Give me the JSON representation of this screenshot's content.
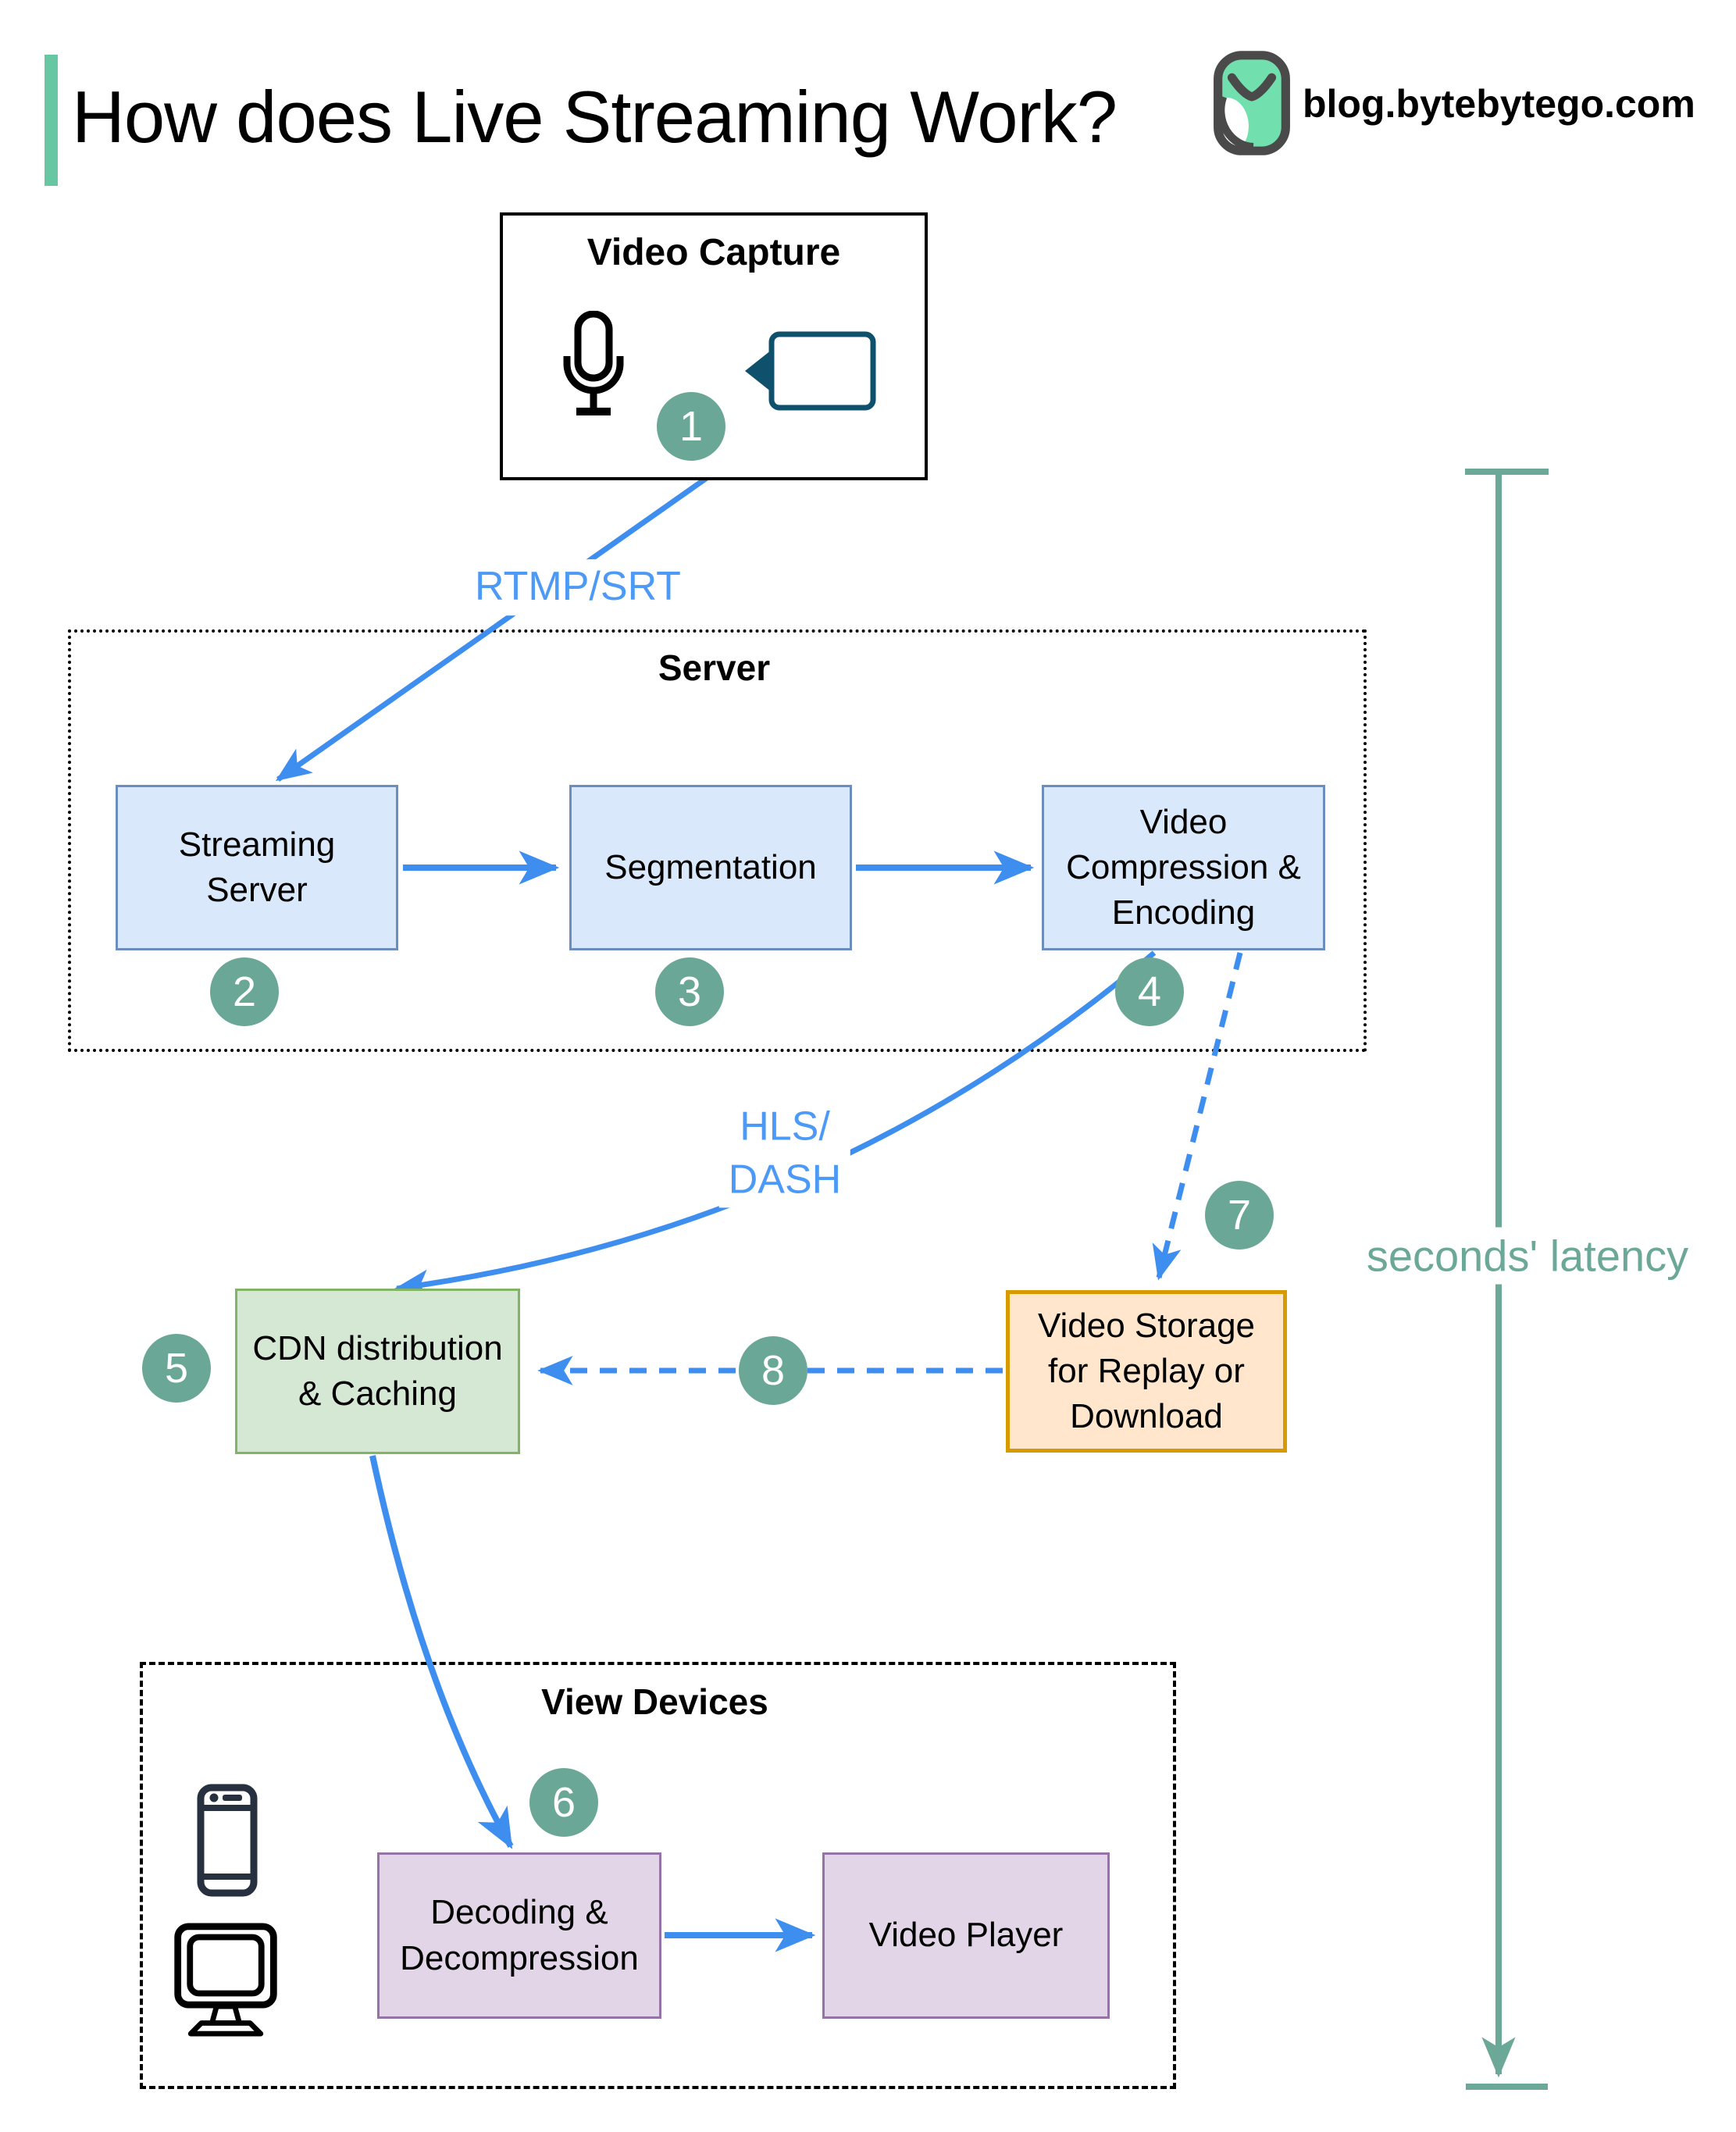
{
  "header": {
    "title": "How does Live Streaming Work?",
    "brand": "blog.bytebytego.com"
  },
  "groups": {
    "server": "Server",
    "view_devices": "View Devices"
  },
  "nodes": {
    "video_capture": "Video Capture",
    "streaming_server": "Streaming\nServer",
    "segmentation": "Segmentation",
    "video_compression": "Video\nCompression &\nEncoding",
    "cdn": "CDN distribution\n& Caching",
    "video_storage": "Video Storage\nfor Replay or\nDownload",
    "decoding": "Decoding &\nDecompression",
    "video_player": "Video Player"
  },
  "edge_labels": {
    "rtmp": "RTMP/SRT",
    "hls": "HLS/\nDASH",
    "latency": "seconds' latency"
  },
  "steps": [
    "1",
    "2",
    "3",
    "4",
    "5",
    "6",
    "7",
    "8"
  ],
  "colors": {
    "arrow_blue": "#3E8EF0",
    "label_blue": "#4C9AF5",
    "teal": "#6CA897",
    "accent_bar": "#67C7A3",
    "box_blue_fill": "#DAE8FC",
    "box_blue_border": "#6C8EBF",
    "box_green_fill": "#D5E8D4",
    "box_green_border": "#82B366",
    "box_orange_fill": "#FFE6CC",
    "box_orange_border": "#D79B00",
    "box_purple_fill": "#E1D5E7",
    "box_purple_border": "#9673A6",
    "camera_icon": "#0F506C",
    "phone_icon": "#26303F"
  }
}
